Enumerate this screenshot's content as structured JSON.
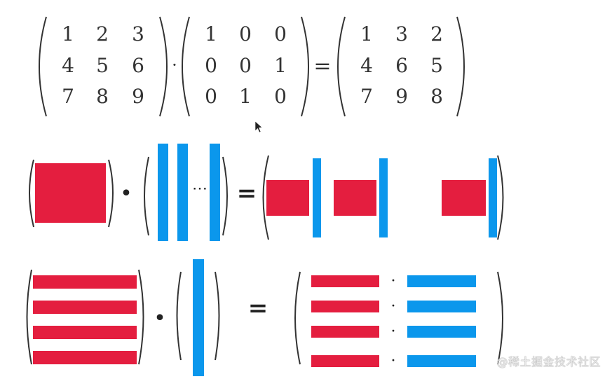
{
  "colors": {
    "red": "#e41e3f",
    "blue": "#0b97ec",
    "ink": "#333333"
  },
  "row1": {
    "left": [
      [
        "1",
        "2",
        "3"
      ],
      [
        "4",
        "5",
        "6"
      ],
      [
        "7",
        "8",
        "9"
      ]
    ],
    "dot": "·",
    "perm": [
      [
        "1",
        "0",
        "0"
      ],
      [
        "0",
        "0",
        "1"
      ],
      [
        "0",
        "1",
        "0"
      ]
    ],
    "equals": "=",
    "result": [
      [
        "1",
        "3",
        "2"
      ],
      [
        "4",
        "6",
        "5"
      ],
      [
        "7",
        "9",
        "8"
      ]
    ]
  },
  "row2": {
    "dot": "•",
    "ellipsis": "⋯",
    "equals": "="
  },
  "row3": {
    "dot": "•",
    "equals": "=",
    "inner_dot": "·"
  },
  "watermark": "@稀土掘金技术社区"
}
